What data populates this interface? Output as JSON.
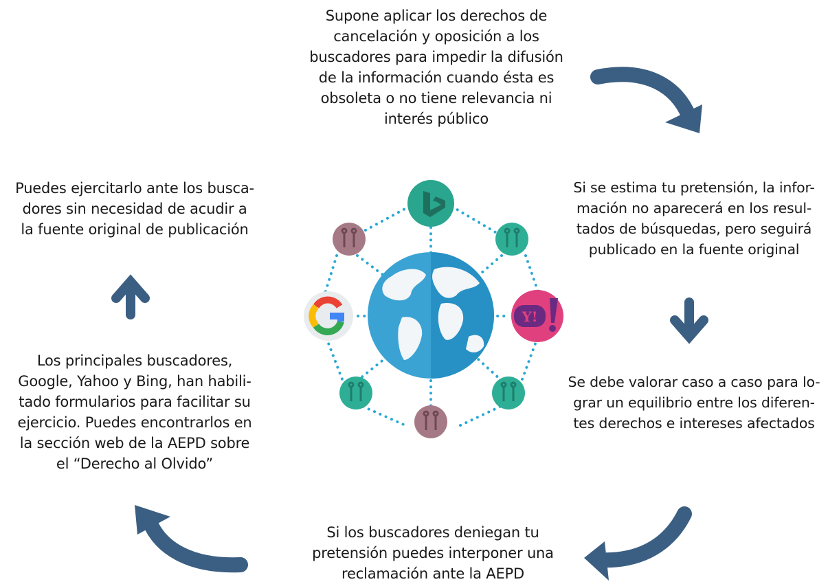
{
  "steps": {
    "top": "Supone aplicar los derechos de\ncancelación y oposición a los\nbuscadores para impedir la difusión\nde la información cuando ésta es\nobsoleta o no tiene relevancia ni\ninterés público",
    "right_top": "Si se estima tu pretensión, la infor-\nmación no aparecerá en los resul-\ntados de búsquedas, pero seguirá\npublicado en la fuente original",
    "right_bottom": "Se debe valorar caso a caso para lo-\ngrar un equilibrio entre los diferen-\ntes derechos e intereses afectados",
    "bottom": "Si los buscadores deniegan tu\npretensión puedes interponer una\nreclamación ante la AEPD",
    "left_bottom": "Los principales buscadores,\nGoogle, Yahoo y Bing, han habili-\ntado formularios para facilitar su\nejercicio. Puedes encontrarlos en\nla sección web de la AEPD sobre\nel “Derecho al Olvido”",
    "left_top": "Puedes ejercitarlo ante los busca-\ndores sin necesidad de acudir a\nla fuente original de publicación"
  },
  "colors": {
    "arrow": "#3b5f82",
    "bing": "#2aa58e",
    "yahoo": "#e0407e",
    "people_teal": "#2fae96",
    "people_mauve": "#a57a86",
    "dots": "#29a8d6",
    "ocean": "#3aa3d3",
    "land": "#f2f6f8"
  },
  "icons": [
    "bing-icon",
    "google-icon",
    "yahoo-icon",
    "people-icon",
    "globe-icon"
  ],
  "logos": {
    "yahoo": "Y!"
  }
}
